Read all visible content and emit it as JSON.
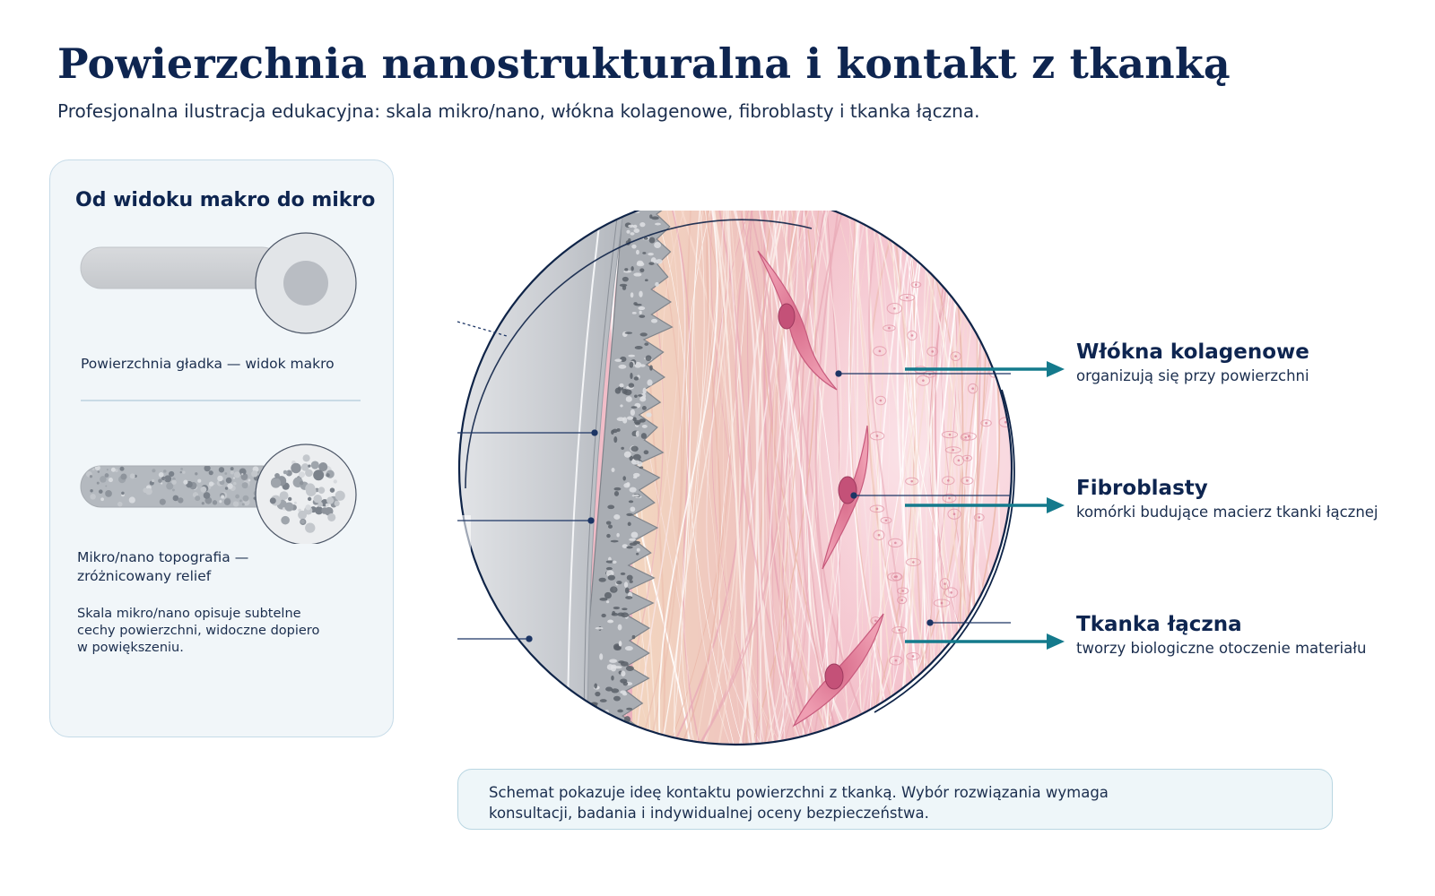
{
  "header": {
    "title": "Powierzchnia nanostrukturalna i kontakt z tkanką",
    "subtitle": "Profesjonalna ilustracja edukacyjna: skala mikro/nano, włókna kolagenowe, fibroblasty i tkanka łączna."
  },
  "panel": {
    "title": "Od widoku makro do mikro",
    "smooth_label": "Powierzchnia gładka — widok makro",
    "textured_label_line1": "Mikro/nano topografia —",
    "textured_label_line2": "zróżnicowany relief",
    "scale_note_line1": "Skala mikro/nano opisuje subtelne",
    "scale_note_line2": "cechy powierzchni, widoczne dopiero",
    "scale_note_line3": "w powiększeniu."
  },
  "callouts": [
    {
      "heading": "Włókna kolagenowe",
      "sub": "organizują się przy powierzchni"
    },
    {
      "heading": "Fibroblasty",
      "sub": "komórki budujące macierz tkanki łącznej"
    },
    {
      "heading": "Tkanka łączna",
      "sub": "tworzy biologiczne otoczenie materiału"
    }
  ],
  "footer_note": {
    "line1": "Schemat pokazuje ideę kontaktu powierzchni z tkanką. Wybór rozwiązania wymaga",
    "line2": "konsultacji, badania i indywidualnej oceny bezpieczeństwa."
  },
  "colors": {
    "title": "#0e2550",
    "accent_arrow": "#147a8c",
    "panel_bg": "#f1f6f9",
    "tissue_pink": "#f0b9c6",
    "metal_grey": "#c6c9ce"
  }
}
